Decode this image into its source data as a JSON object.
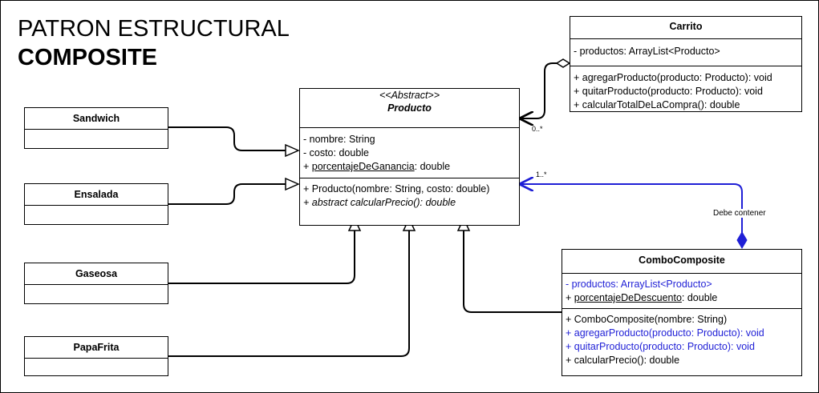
{
  "title": {
    "line1": "PATRON ESTRUCTURAL",
    "line2": "COMPOSITE"
  },
  "classes": {
    "producto": {
      "stereotype": "<<Abstract>>",
      "name": "Producto",
      "attributes": [
        "- nombre: String",
        "- costo: double"
      ],
      "static_attribute": {
        "prefix": "+ ",
        "name": "porcentajeDeGanancia",
        "type": ": double"
      },
      "methods": [
        "+ Producto(nombre: String, costo: double)",
        "+ abstract calcularPrecio(): double"
      ]
    },
    "carrito": {
      "name": "Carrito",
      "attributes": [
        "- productos: ArrayList<Producto>"
      ],
      "methods": [
        "+ agregarProducto(producto: Producto): void",
        "+ quitarProducto(producto: Producto): void",
        "+ calcularTotalDeLaCompra(): double"
      ]
    },
    "combo": {
      "name": "ComboComposite",
      "attributes": [
        "- productos: ArrayList<Producto>"
      ],
      "static_attribute": {
        "prefix": "+ ",
        "name": "porcentajeDeDescuento",
        "type": ": double"
      },
      "methods": [
        "+ ComboComposite(nombre: String)",
        "+ agregarProducto(producto: Producto): void",
        "+ quitarProducto(producto: Producto): void",
        "+ calcularPrecio(): double"
      ]
    },
    "sandwich": {
      "name": "Sandwich"
    },
    "ensalada": {
      "name": "Ensalada"
    },
    "gaseosa": {
      "name": "Gaseosa"
    },
    "papafrita": {
      "name": "PapaFrita"
    }
  },
  "relations": {
    "carrito_multiplicity": "0..*",
    "combo_multiplicity": "1..*",
    "combo_label": "Debe contener"
  },
  "colors": {
    "line": "#000000",
    "highlight": "#1f1fd6"
  }
}
